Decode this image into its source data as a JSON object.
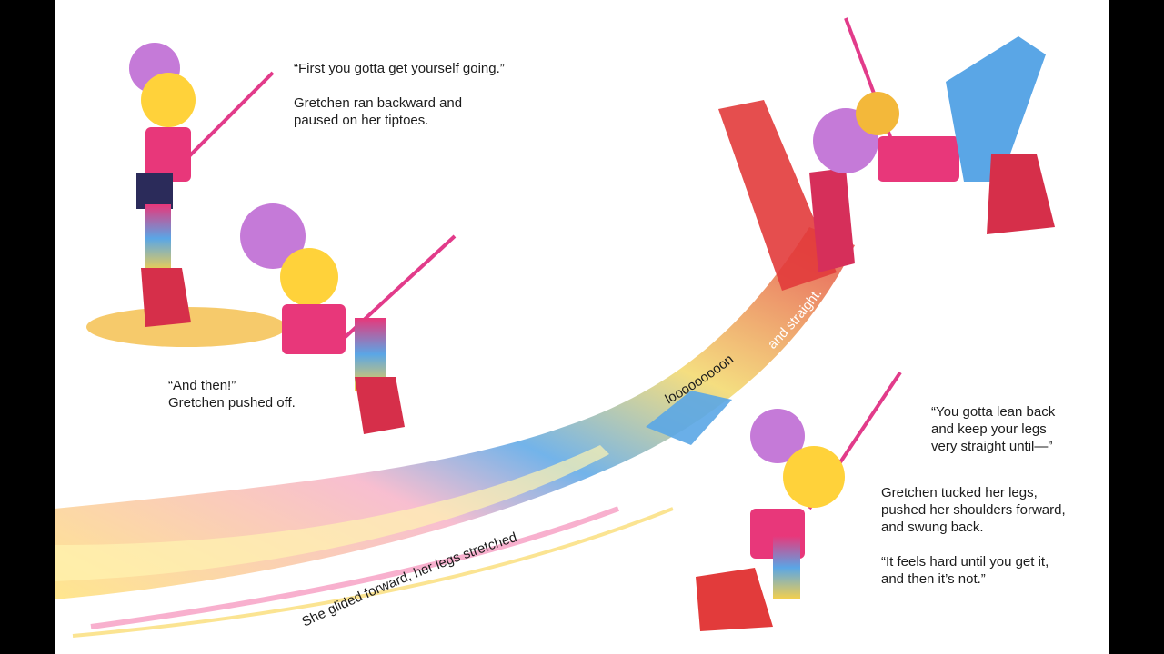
{
  "page": {
    "colors": {
      "background": "#ffffff",
      "frame": "#000000",
      "text": "#1c1c1c"
    },
    "passages": [
      "“First you gotta get yourself going.”\n\nGretchen ran backward and\npaused on her tiptoes.",
      "“And then!”\nGretchen pushed off.",
      "“You gotta lean back\nand keep your legs\nvery straight until—”",
      "Gretchen tucked her legs,\npushed her shoulders forward,\nand swung back.\n\n“It feels hard until you get it,\nand then it’s not.”"
    ],
    "curved_text": {
      "part1": "She glided forward, her legs stretched",
      "part2": "looooooooong",
      "part3": "and straight."
    }
  }
}
